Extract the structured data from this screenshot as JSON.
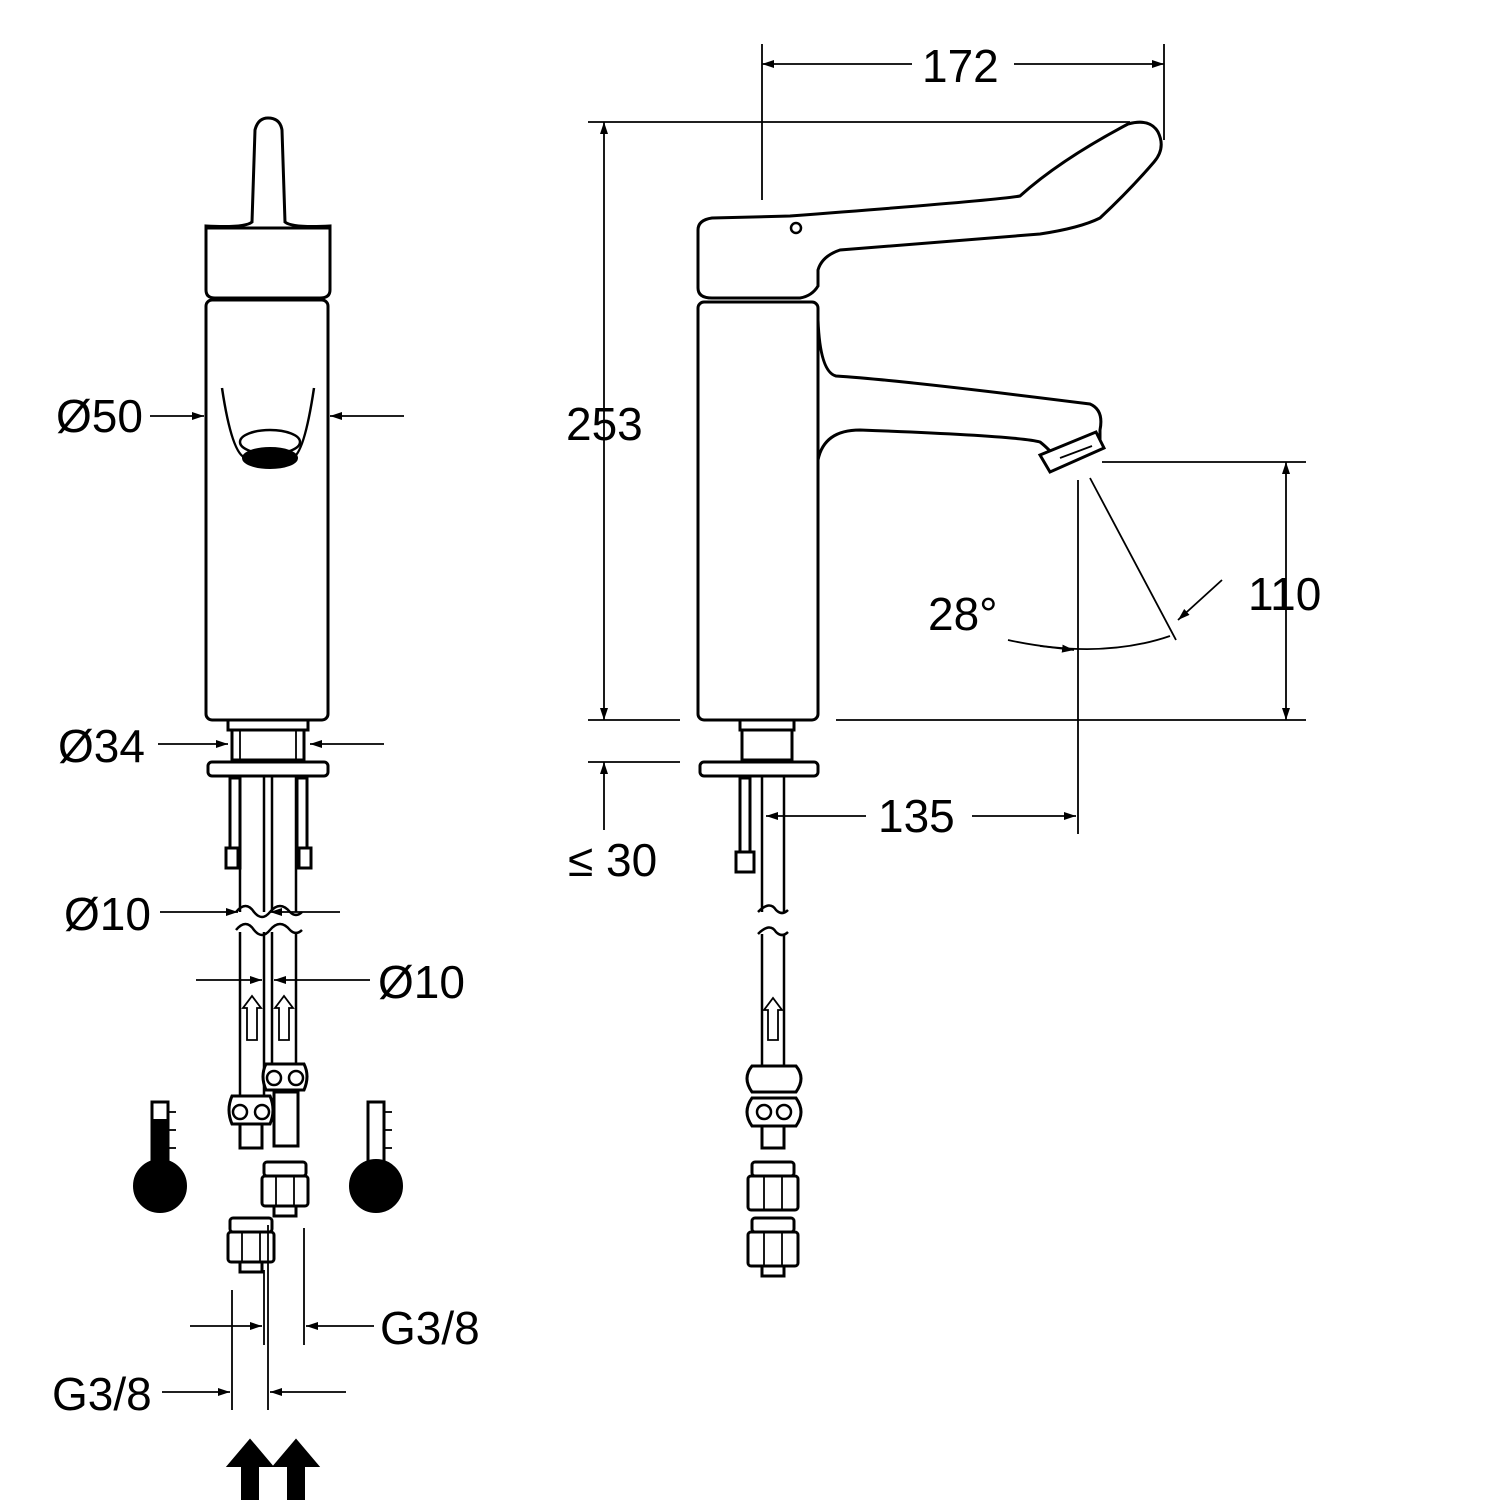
{
  "dimensions": {
    "d50": "Ø50",
    "d34": "Ø34",
    "d10_left": "Ø10",
    "d10_right": "Ø10",
    "g38_right": "G3/8",
    "g38_left": "G3/8",
    "w172": "172",
    "h253": "253",
    "h110": "110",
    "a28": "28°",
    "w135": "135",
    "le30": "≤ 30"
  },
  "icons": {
    "hot": "thermometer-hot-icon",
    "cold": "thermometer-cold-icon",
    "inflow": "water-inflow-arrow-icon"
  }
}
